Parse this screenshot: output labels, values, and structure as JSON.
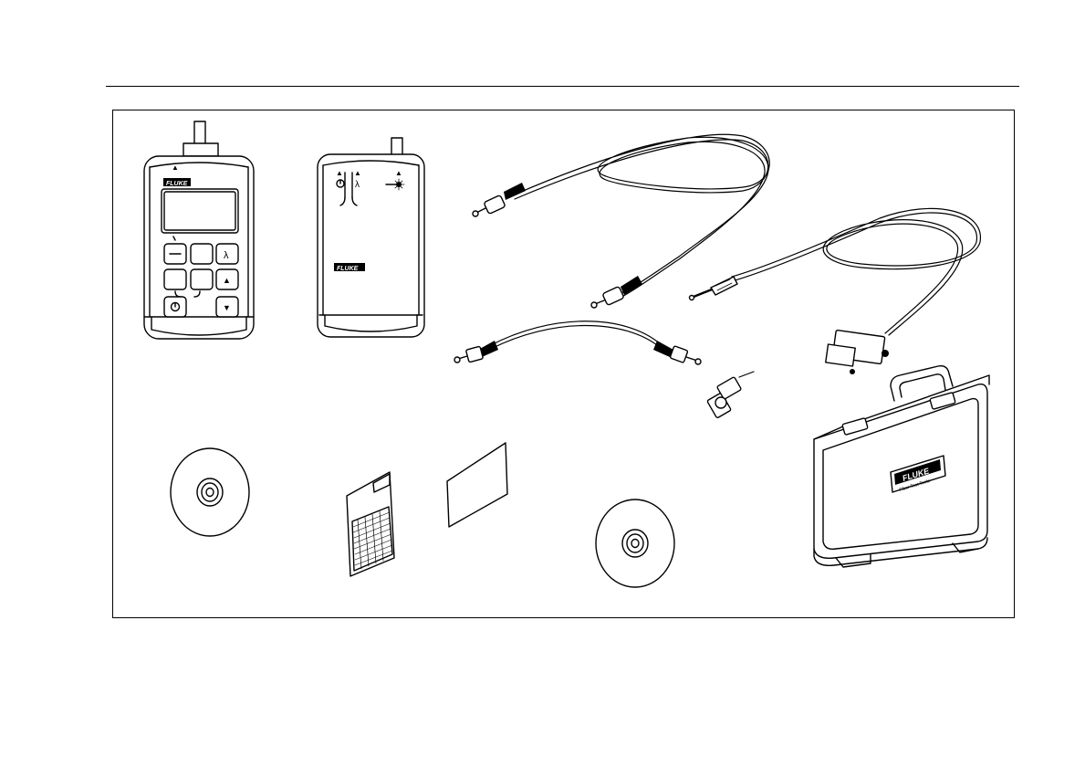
{
  "brand": "FLUKE",
  "case_subtitle": "Fiber Test Tools",
  "glyphs": {
    "lambda": "λ",
    "up": "▲",
    "down": "▼",
    "power": "⏻"
  },
  "icons": [
    "power-icon",
    "lambda-icon",
    "up-arrow-icon",
    "down-arrow-icon",
    "laser-icon"
  ]
}
